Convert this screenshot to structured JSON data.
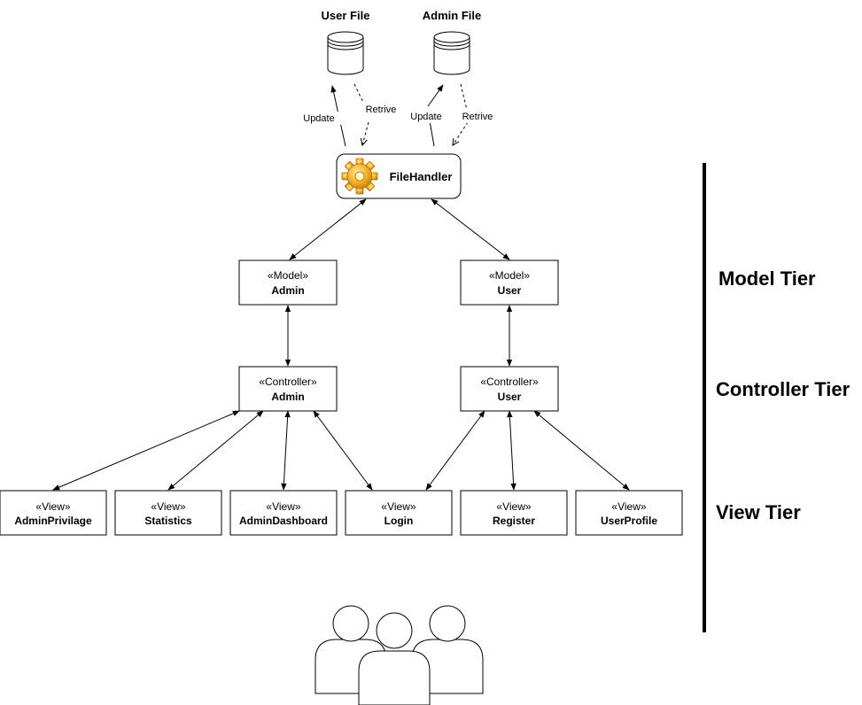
{
  "files": {
    "user_file": "User File",
    "admin_file": "Admin File"
  },
  "edge_labels": {
    "user_update": "Update",
    "user_retrieve": "Retrive",
    "admin_update": "Update",
    "admin_retrieve": "Retrive"
  },
  "file_handler": {
    "label": "FileHandler",
    "icon": "gear-icon"
  },
  "models": {
    "admin": {
      "stereotype": "«Model»",
      "name": "Admin"
    },
    "user": {
      "stereotype": "«Model»",
      "name": "User"
    }
  },
  "controllers": {
    "admin": {
      "stereotype": "«Controller»",
      "name": "Admin"
    },
    "user": {
      "stereotype": "«Controller»",
      "name": "User"
    }
  },
  "views": {
    "admin_privilage": {
      "stereotype": "«View»",
      "name": "AdminPrivilage"
    },
    "statistics": {
      "stereotype": "«View»",
      "name": "Statistics"
    },
    "admin_dashboard": {
      "stereotype": "«View»",
      "name": "AdminDashboard"
    },
    "login": {
      "stereotype": "«View»",
      "name": "Login"
    },
    "register": {
      "stereotype": "«View»",
      "name": "Register"
    },
    "user_profile": {
      "stereotype": "«View»",
      "name": "UserProfile"
    }
  },
  "tiers": {
    "model": "Model Tier",
    "controller": "Controller Tier",
    "view": "View Tier"
  },
  "users_icon": "users-group-icon"
}
